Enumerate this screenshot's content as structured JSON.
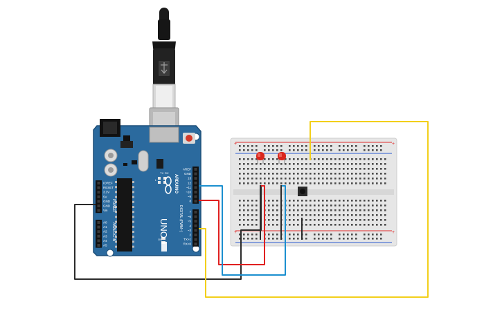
{
  "board": {
    "logo": "ARDUINO",
    "model": "UNO",
    "power_label": "POWER",
    "analog_label": "ANALOG IN",
    "digital_label": "DIGITAL (PWM~)",
    "power_pins": [
      "IOREF",
      "RESET",
      "3.3V",
      "5V",
      "GND",
      "GND",
      "Vin"
    ],
    "analog_pins": [
      "A0",
      "A1",
      "A2",
      "A3",
      "A4",
      "A5"
    ],
    "digital_top_pins": [
      "AREF",
      "GND",
      "13",
      "12",
      "~11",
      "~10",
      "~9",
      "8"
    ],
    "digital_bottom_pins": [
      "7",
      "~6",
      "~5",
      "4",
      "~3",
      "2",
      "TX>1",
      "RX<0"
    ],
    "tx_label": "TX",
    "rx_label": "RX",
    "l_label": "L",
    "on_label": "ON"
  },
  "colors": {
    "board": "#2b6a9e",
    "board_dark": "#1d4f78",
    "wire_red": "#e02020",
    "wire_blue": "#1a8fcf",
    "wire_black": "#2a2a2a",
    "wire_yellow": "#f2cf1a",
    "led": "#d9261c",
    "breadboard": "#e6e6e6",
    "rail_red": "#e02a2a",
    "rail_blue": "#2a5ad0"
  },
  "components": {
    "leds": [
      "led-1",
      "led-2"
    ],
    "button": "push-button",
    "usb": "usb-cable"
  }
}
